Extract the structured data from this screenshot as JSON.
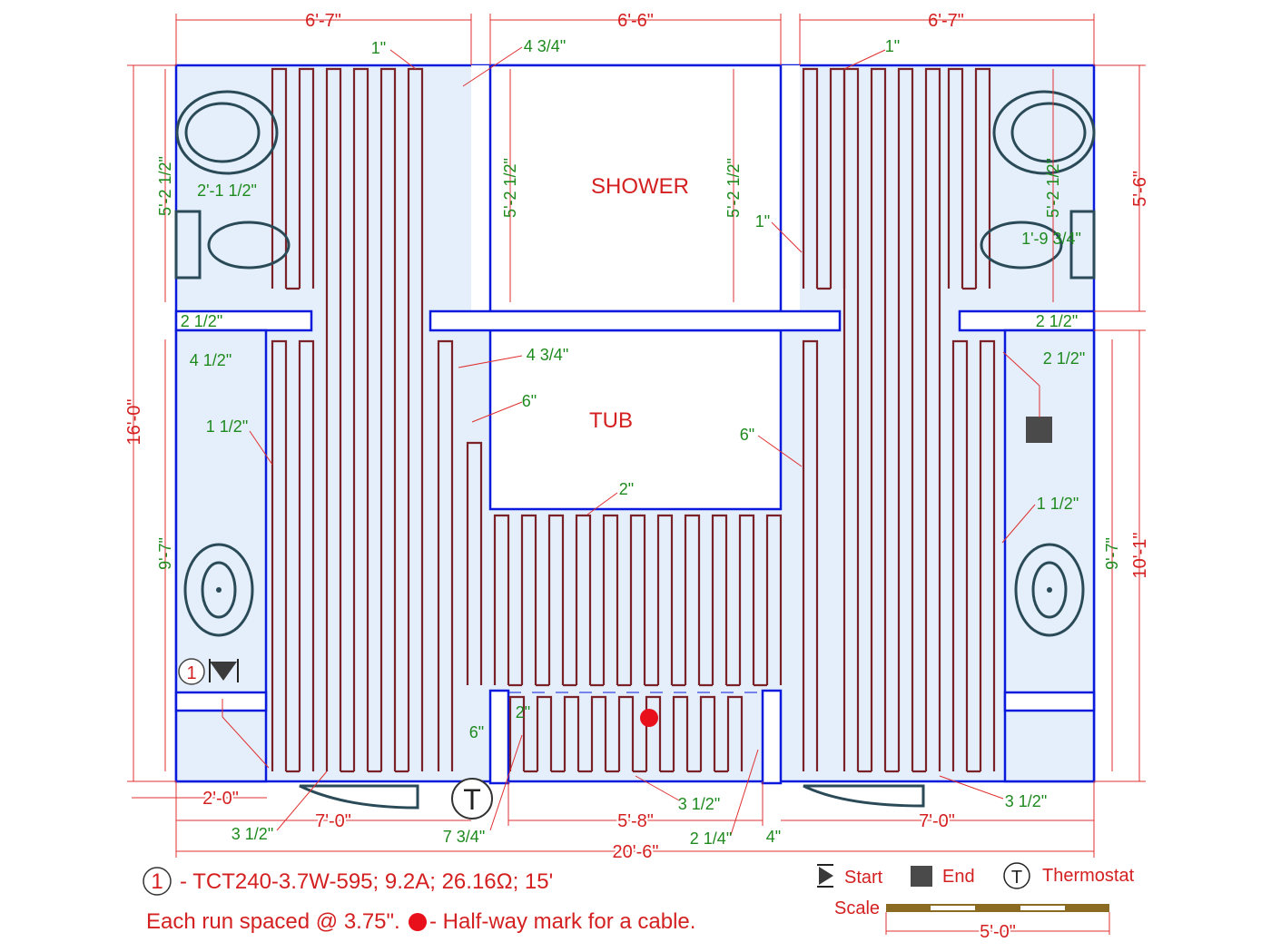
{
  "rooms": {
    "shower": "SHOWER",
    "tub": "TUB"
  },
  "dims_red": {
    "top_left": "6'-7\"",
    "top_mid": "6'-6\"",
    "top_right": "6'-7\"",
    "left_total": "16'-0\"",
    "right_upper": "5'-6\"",
    "right_lower": "10'-1\"",
    "bot_2_0": "2'-0\"",
    "bot_left_7_0": "7'-0\"",
    "bot_mid": "5'-8\"",
    "bot_right_7_0": "7'-0\"",
    "bot_total": "20'-6\""
  },
  "dims_green": {
    "g1": "1\"",
    "g2": "4 3/4\"",
    "g3": "1\"",
    "g4": "5'-2 1/2\"",
    "g5": "2'-1 1/2\"",
    "g6": "5'-2 1/2\"",
    "g7": "5'-2 1/2\"",
    "g8": "1\"",
    "g9": "5'-2 1/2\"",
    "g10": "1'-9 3/4\"",
    "g11": "2 1/2\"",
    "g12": "4 1/2\"",
    "g13": "4 3/4\"",
    "g14": "2 1/2\"",
    "g15": "2 1/2\"",
    "g16": "6\"",
    "g17": "1 1/2\"",
    "g18": "6\"",
    "g19": "2\"",
    "g20": "1 1/2\"",
    "g21": "9'-7\"",
    "g22": "9'-7\"",
    "g23": "2\"",
    "g24": "6\"",
    "g25": "3 1/2\"",
    "g26": "3 1/2\"",
    "g27": "3 1/2\"",
    "g28": "7 3/4\"",
    "g29": "2 1/4\"",
    "g30": "4\""
  },
  "markers": {
    "cable_number": "1",
    "thermostat": "T"
  },
  "legend": {
    "cable_number": "1",
    "cable_spec": "- TCT240-3.7W-595; 9.2A; 26.16Ω; 15'",
    "spacing_note": "Each run spaced @ 3.75\".",
    "halfway_note": "- Half-way mark for a cable.",
    "start": "Start",
    "end": "End",
    "thermostat_symbol": "T",
    "thermostat": "Thermostat",
    "scale": "Scale",
    "scale_length": "5'-0\""
  },
  "colors": {
    "wall": "#0a1adc",
    "floor": "#e4effb",
    "cable": "#7a2228",
    "dim_red": "#d42020",
    "dim_green": "#1e8a1e"
  }
}
